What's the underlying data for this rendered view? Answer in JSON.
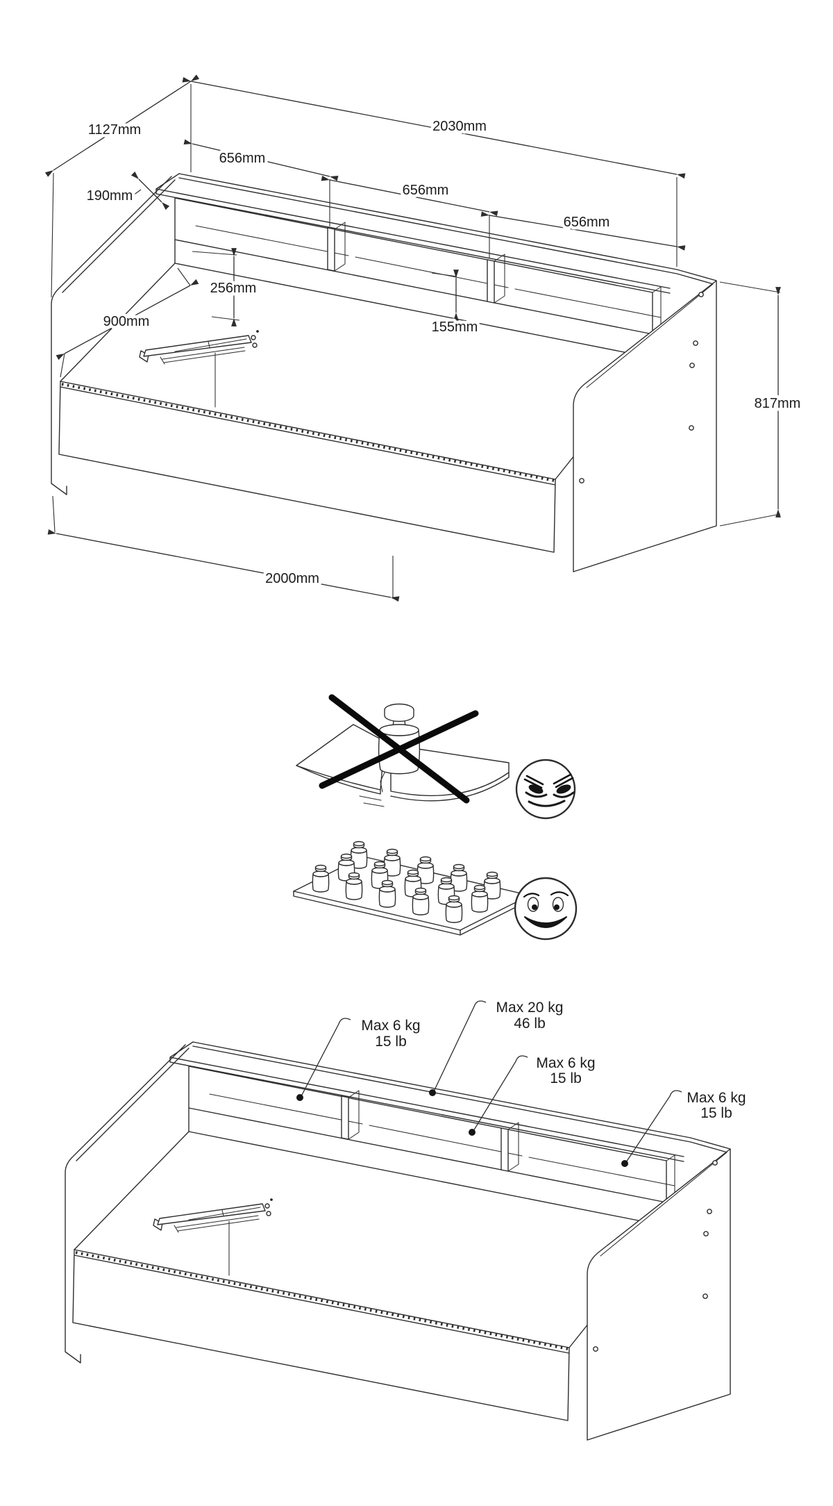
{
  "page": {
    "background": "#ffffff"
  },
  "colors": {
    "line": "#2d2d2d",
    "text": "#1c1c1c",
    "cross": "#0a0a0a"
  },
  "top_diagram": {
    "dimensions": {
      "depth_overall": "1127mm",
      "length_overall": "2030mm",
      "shelf_section_1": "656mm",
      "shelf_section_2": "656mm",
      "shelf_section_3": "656mm",
      "shelf_depth": "190mm",
      "headboard_height": "256mm",
      "bed_width": "900mm",
      "niche_height": "155mm",
      "height_overall": "817mm",
      "bed_length": "2000mm"
    }
  },
  "warnings": {
    "prohibited_icon": "single-heavy-weight-crossed-out",
    "prohibited_face": "angry-face",
    "allowed_icon": "distributed-small-weights",
    "allowed_face": "happy-face"
  },
  "bottom_diagram": {
    "labels": [
      {
        "line1": "Max 6 kg",
        "line2": "15 lb"
      },
      {
        "line1": "Max 20 kg",
        "line2": "46 lb"
      },
      {
        "line1": "Max 6 kg",
        "line2": "15 lb"
      },
      {
        "line1": "Max 6 kg",
        "line2": "15 lb"
      }
    ]
  }
}
